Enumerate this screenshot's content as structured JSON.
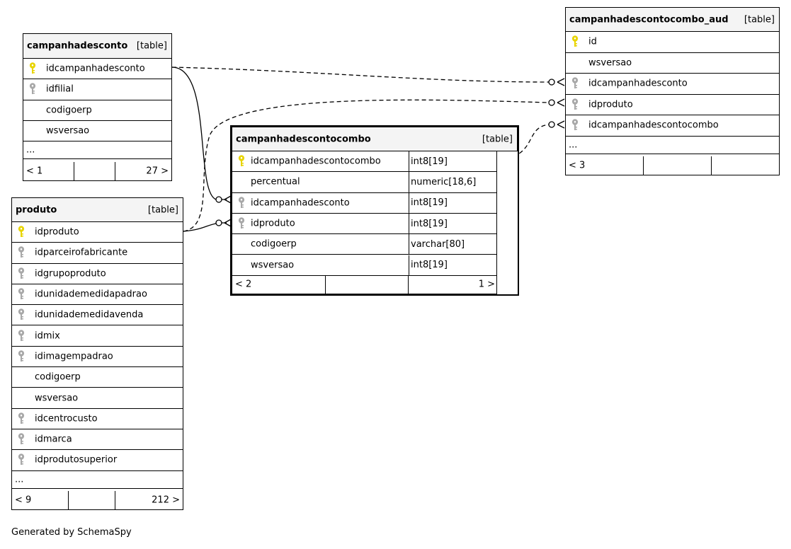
{
  "tables": {
    "campanhadesconto": {
      "name": "campanhadesconto",
      "type": "[table]",
      "columns": [
        {
          "name": "idcampanhadesconto",
          "key": "primary"
        },
        {
          "name": "idfilial",
          "key": "foreign"
        },
        {
          "name": "codigoerp",
          "key": "none"
        },
        {
          "name": "wsversao",
          "key": "none"
        }
      ],
      "more": "...",
      "footer": {
        "left": "< 1",
        "right": "27 >"
      }
    },
    "produto": {
      "name": "produto",
      "type": "[table]",
      "columns": [
        {
          "name": "idproduto",
          "key": "primary"
        },
        {
          "name": "idparceirofabricante",
          "key": "foreign"
        },
        {
          "name": "idgrupoproduto",
          "key": "foreign"
        },
        {
          "name": "idunidademedidapadrao",
          "key": "foreign"
        },
        {
          "name": "idunidademedidavenda",
          "key": "foreign"
        },
        {
          "name": "idmix",
          "key": "foreign"
        },
        {
          "name": "idimagempadrao",
          "key": "foreign"
        },
        {
          "name": "codigoerp",
          "key": "none"
        },
        {
          "name": "wsversao",
          "key": "none"
        },
        {
          "name": "idcentrocusto",
          "key": "foreign"
        },
        {
          "name": "idmarca",
          "key": "foreign"
        },
        {
          "name": "idprodutosuperior",
          "key": "foreign"
        }
      ],
      "more": "...",
      "footer": {
        "left": "< 9",
        "right": "212 >"
      }
    },
    "campanhadescontocombo": {
      "name": "campanhadescontocombo",
      "type": "[table]",
      "columns": [
        {
          "name": "idcampanhadescontocombo",
          "key": "primary",
          "type": "int8[19]"
        },
        {
          "name": "percentual",
          "key": "none",
          "type": "numeric[18,6]"
        },
        {
          "name": "idcampanhadesconto",
          "key": "foreign",
          "type": "int8[19]"
        },
        {
          "name": "idproduto",
          "key": "foreign",
          "type": "int8[19]"
        },
        {
          "name": "codigoerp",
          "key": "none",
          "type": "varchar[80]"
        },
        {
          "name": "wsversao",
          "key": "none",
          "type": "int8[19]"
        }
      ],
      "footer": {
        "left": "< 2",
        "right": "1 >"
      }
    },
    "campanhadescontocombo_aud": {
      "name": "campanhadescontocombo_aud",
      "type": "[table]",
      "columns": [
        {
          "name": "id",
          "key": "primary"
        },
        {
          "name": "wsversao",
          "key": "none"
        },
        {
          "name": "idcampanhadesconto",
          "key": "foreign"
        },
        {
          "name": "idproduto",
          "key": "foreign"
        },
        {
          "name": "idcampanhadescontocombo",
          "key": "foreign"
        }
      ],
      "more": "...",
      "footer": {
        "left": "< 3",
        "right": ""
      }
    }
  },
  "colors": {
    "primary_key": "#e8d400",
    "foreign_key": "#a8a8a8",
    "header_bg": "#f4f4f4"
  },
  "footer_text": "Generated by SchemaSpy"
}
